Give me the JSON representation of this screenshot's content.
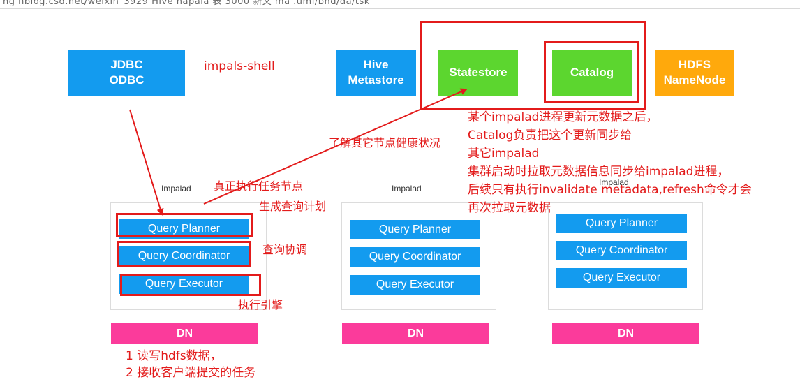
{
  "header": {
    "url_fragment": "ng hblog.csd.net/weixin_3929 Hive hapala 表 3000 新文 ma .uml/bnd/da/tsk"
  },
  "components": {
    "jdbc": "JDBC\nODBC",
    "impala_shell": "impals-shell",
    "hive_metastore": "Hive\nMetastore",
    "statestore": "Statestore",
    "catalog": "Catalog",
    "hdfs_namenode": "HDFS\nNameNode"
  },
  "impalad_nodes": [
    {
      "label": "Impalad",
      "planner": "Query Planner",
      "coordinator": "Query Coordinator",
      "executor": "Query Executor",
      "dn": "DN"
    },
    {
      "label": "Impalad",
      "planner": "Query Planner",
      "coordinator": "Query Coordinator",
      "executor": "Query Executor",
      "dn": "DN"
    },
    {
      "label": "Impalad",
      "planner": "Query Planner",
      "coordinator": "Query Coordinator",
      "executor": "Query Executor",
      "dn": "DN"
    }
  ],
  "annotations": {
    "health": "了解其它节点健康状况",
    "real_exec_node": "真正执行任务节点",
    "gen_plan": "生成查询计划",
    "coordinate": "查询协调",
    "engine": "执行引擎",
    "catalog_note": [
      "某个impalad进程更新元数据之后，",
      "Catalog负责把这个更新同步给",
      "其它impalad",
      "集群启动时拉取元数据信息同步给impalad进程，",
      "后续只有执行invalidate metadata,refresh命令才会",
      "再次拉取元数据"
    ],
    "dn_note": [
      "1 读写hdfs数据，",
      "2 接收客户端提交的任务"
    ]
  },
  "colors": {
    "blue": "#139bef",
    "green": "#5cd62f",
    "orange": "#ffa90c",
    "pink": "#fb3b9b",
    "red_annotation": "#e31b1b"
  }
}
